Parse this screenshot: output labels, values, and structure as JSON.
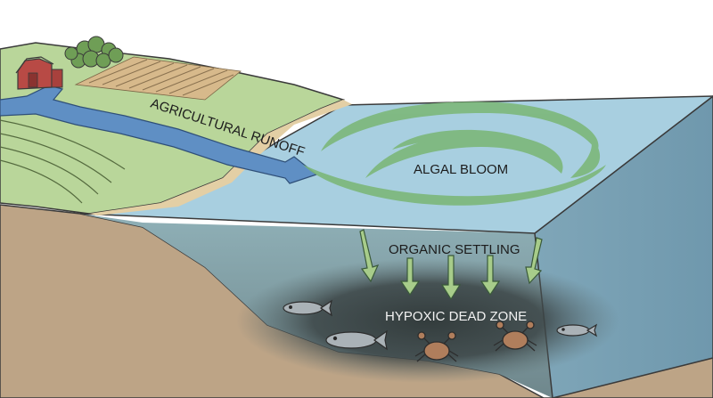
{
  "labels": {
    "runoff": "AGRICULTURAL RUNOFF",
    "bloom": "ALGAL BLOOM",
    "settling": "ORGANIC SETTLING",
    "dead_zone": "HYPOXIC DEAD ZONE"
  },
  "colors": {
    "sky": "#ffffff",
    "hill_green": "#b9d69a",
    "field_tan": "#d7b98b",
    "soil": "#bda486",
    "water_surface": "#a8cfe0",
    "water_front": "#7f9aa2",
    "runoff_blue": "#5f8fc4",
    "algae_green": "#7cb77a",
    "dead_zone_dark": "#3e4748",
    "barn_red": "#b84a45"
  },
  "icons": [
    "barn-icon",
    "tree-cluster-icon",
    "fish-icon",
    "crab-icon",
    "down-arrow-icon"
  ]
}
